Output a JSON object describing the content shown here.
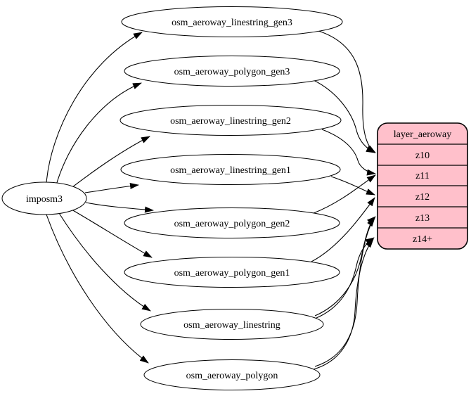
{
  "diagram": {
    "background_color": "#ffffff",
    "edge_color": "#000000",
    "source_node": {
      "label": "imposm3",
      "fill": "#ffffff"
    },
    "table_nodes": [
      {
        "label": "osm_aeroway_linestring_gen3"
      },
      {
        "label": "osm_aeroway_polygon_gen3"
      },
      {
        "label": "osm_aeroway_linestring_gen2"
      },
      {
        "label": "osm_aeroway_linestring_gen1"
      },
      {
        "label": "osm_aeroway_polygon_gen2"
      },
      {
        "label": "osm_aeroway_polygon_gen1"
      },
      {
        "label": "osm_aeroway_linestring"
      },
      {
        "label": "osm_aeroway_polygon"
      }
    ],
    "layer_node": {
      "title": "layer_aeroway",
      "fill": "#ffc0cb",
      "rows": [
        {
          "label": "z10"
        },
        {
          "label": "z11"
        },
        {
          "label": "z12"
        },
        {
          "label": "z13"
        },
        {
          "label": "z14+"
        }
      ]
    },
    "edges": {
      "from_source": [
        {
          "from": "imposm3",
          "to": "osm_aeroway_linestring_gen3"
        },
        {
          "from": "imposm3",
          "to": "osm_aeroway_polygon_gen3"
        },
        {
          "from": "imposm3",
          "to": "osm_aeroway_linestring_gen2"
        },
        {
          "from": "imposm3",
          "to": "osm_aeroway_linestring_gen1"
        },
        {
          "from": "imposm3",
          "to": "osm_aeroway_polygon_gen2"
        },
        {
          "from": "imposm3",
          "to": "osm_aeroway_polygon_gen1"
        },
        {
          "from": "imposm3",
          "to": "osm_aeroway_linestring"
        },
        {
          "from": "imposm3",
          "to": "osm_aeroway_polygon"
        }
      ],
      "to_layer": [
        {
          "from": "osm_aeroway_linestring_gen3",
          "to": "z10"
        },
        {
          "from": "osm_aeroway_polygon_gen3",
          "to": "z10"
        },
        {
          "from": "osm_aeroway_linestring_gen2",
          "to": "z11"
        },
        {
          "from": "osm_aeroway_polygon_gen2",
          "to": "z11"
        },
        {
          "from": "osm_aeroway_linestring_gen1",
          "to": "z12"
        },
        {
          "from": "osm_aeroway_polygon_gen1",
          "to": "z12"
        },
        {
          "from": "osm_aeroway_linestring",
          "to": "z13"
        },
        {
          "from": "osm_aeroway_linestring",
          "to": "z14+"
        },
        {
          "from": "osm_aeroway_polygon",
          "to": "z13"
        },
        {
          "from": "osm_aeroway_polygon",
          "to": "z14+"
        }
      ]
    }
  }
}
